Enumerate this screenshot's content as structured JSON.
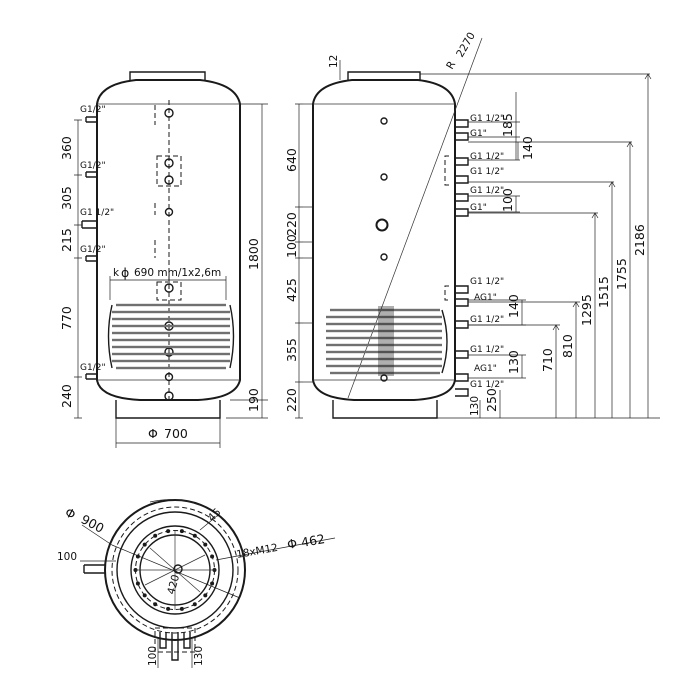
{
  "front_view": {
    "width_label": "700",
    "height_label": "1800",
    "bottom_offset_label": "190",
    "coil_label": "690 mm/1x2,6m",
    "left_dims": [
      "360",
      "305",
      "215",
      "770",
      "240"
    ],
    "connection_labels": [
      "G1/2\"",
      "G1/2\"",
      "G1 1/2\"",
      "G1/2\"",
      "G1/2\""
    ]
  },
  "side_view": {
    "radius_label": "2270",
    "top_label": "12",
    "left_dims": [
      "640",
      "220",
      "100",
      "425",
      "355",
      "220"
    ],
    "connection_labels": [
      "G1 1/2\"",
      "G1\"",
      "G1 1/2\"",
      "G1 1/2\"",
      "G1 1/2\"",
      "G1\"",
      "G1 1/2\"",
      "AG1\"",
      "G1 1/2\"",
      "G1 1/2\"",
      "AG1\"",
      "G1 1/2\""
    ],
    "spacing_dims": [
      "185",
      "140",
      "100",
      "140",
      "130",
      "130",
      "250"
    ],
    "height_dims": [
      "710",
      "810",
      "1295",
      "1515",
      "1755",
      "2186"
    ]
  },
  "top_view": {
    "outer_diameter_label": "900",
    "flange_diameter_label": "462",
    "bolt_label": "18xM12",
    "inner_label": "420",
    "angle_label": "45",
    "connection_dim_label": "100",
    "bottom_dims": [
      "100",
      "130"
    ]
  },
  "symbols": {
    "diameter": "Φ",
    "small_diameter": "ϕ",
    "k_prefix": "k"
  }
}
